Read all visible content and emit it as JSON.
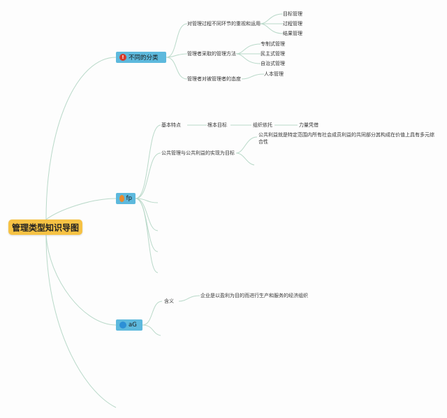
{
  "root": {
    "label": "管理类型知识导图"
  },
  "branch1": {
    "label": "不同的分类",
    "badge": "!",
    "icon": "exclamation-icon",
    "children": [
      {
        "label": "对管理过程不同环节的重视和运用",
        "children": [
          "目标管理",
          "过程管理",
          "结果管理"
        ]
      },
      {
        "label": "管理者采取的管理方法",
        "children": [
          "专制式管理",
          "民主式管理",
          "自治式管理"
        ]
      },
      {
        "label": "管理者对被管理者的态度",
        "children": [
          "人本管理"
        ]
      }
    ]
  },
  "branch2": {
    "label": "fp",
    "icon": "orange-dot-icon",
    "children": [
      {
        "label": "基本特点",
        "children": [
          "根本目标",
          "组织依托",
          "力量凭借"
        ]
      },
      {
        "label": "公共管理与公共利益的实现为目标",
        "children": [
          "公共利益就是特定范围内所有社会成员利益的共同部分其构成在价值上具有多元综合性"
        ]
      }
    ]
  },
  "branch3": {
    "label": "aG",
    "icon": "blue-dot-icon",
    "children": [
      {
        "label": "含义",
        "children": [
          "企业是以盈利为目的而进行生产和服务的经济组织"
        ]
      }
    ]
  },
  "colors": {
    "root": "#f6c244",
    "branch": "#5db9dd",
    "link": "#b9d9c9"
  }
}
